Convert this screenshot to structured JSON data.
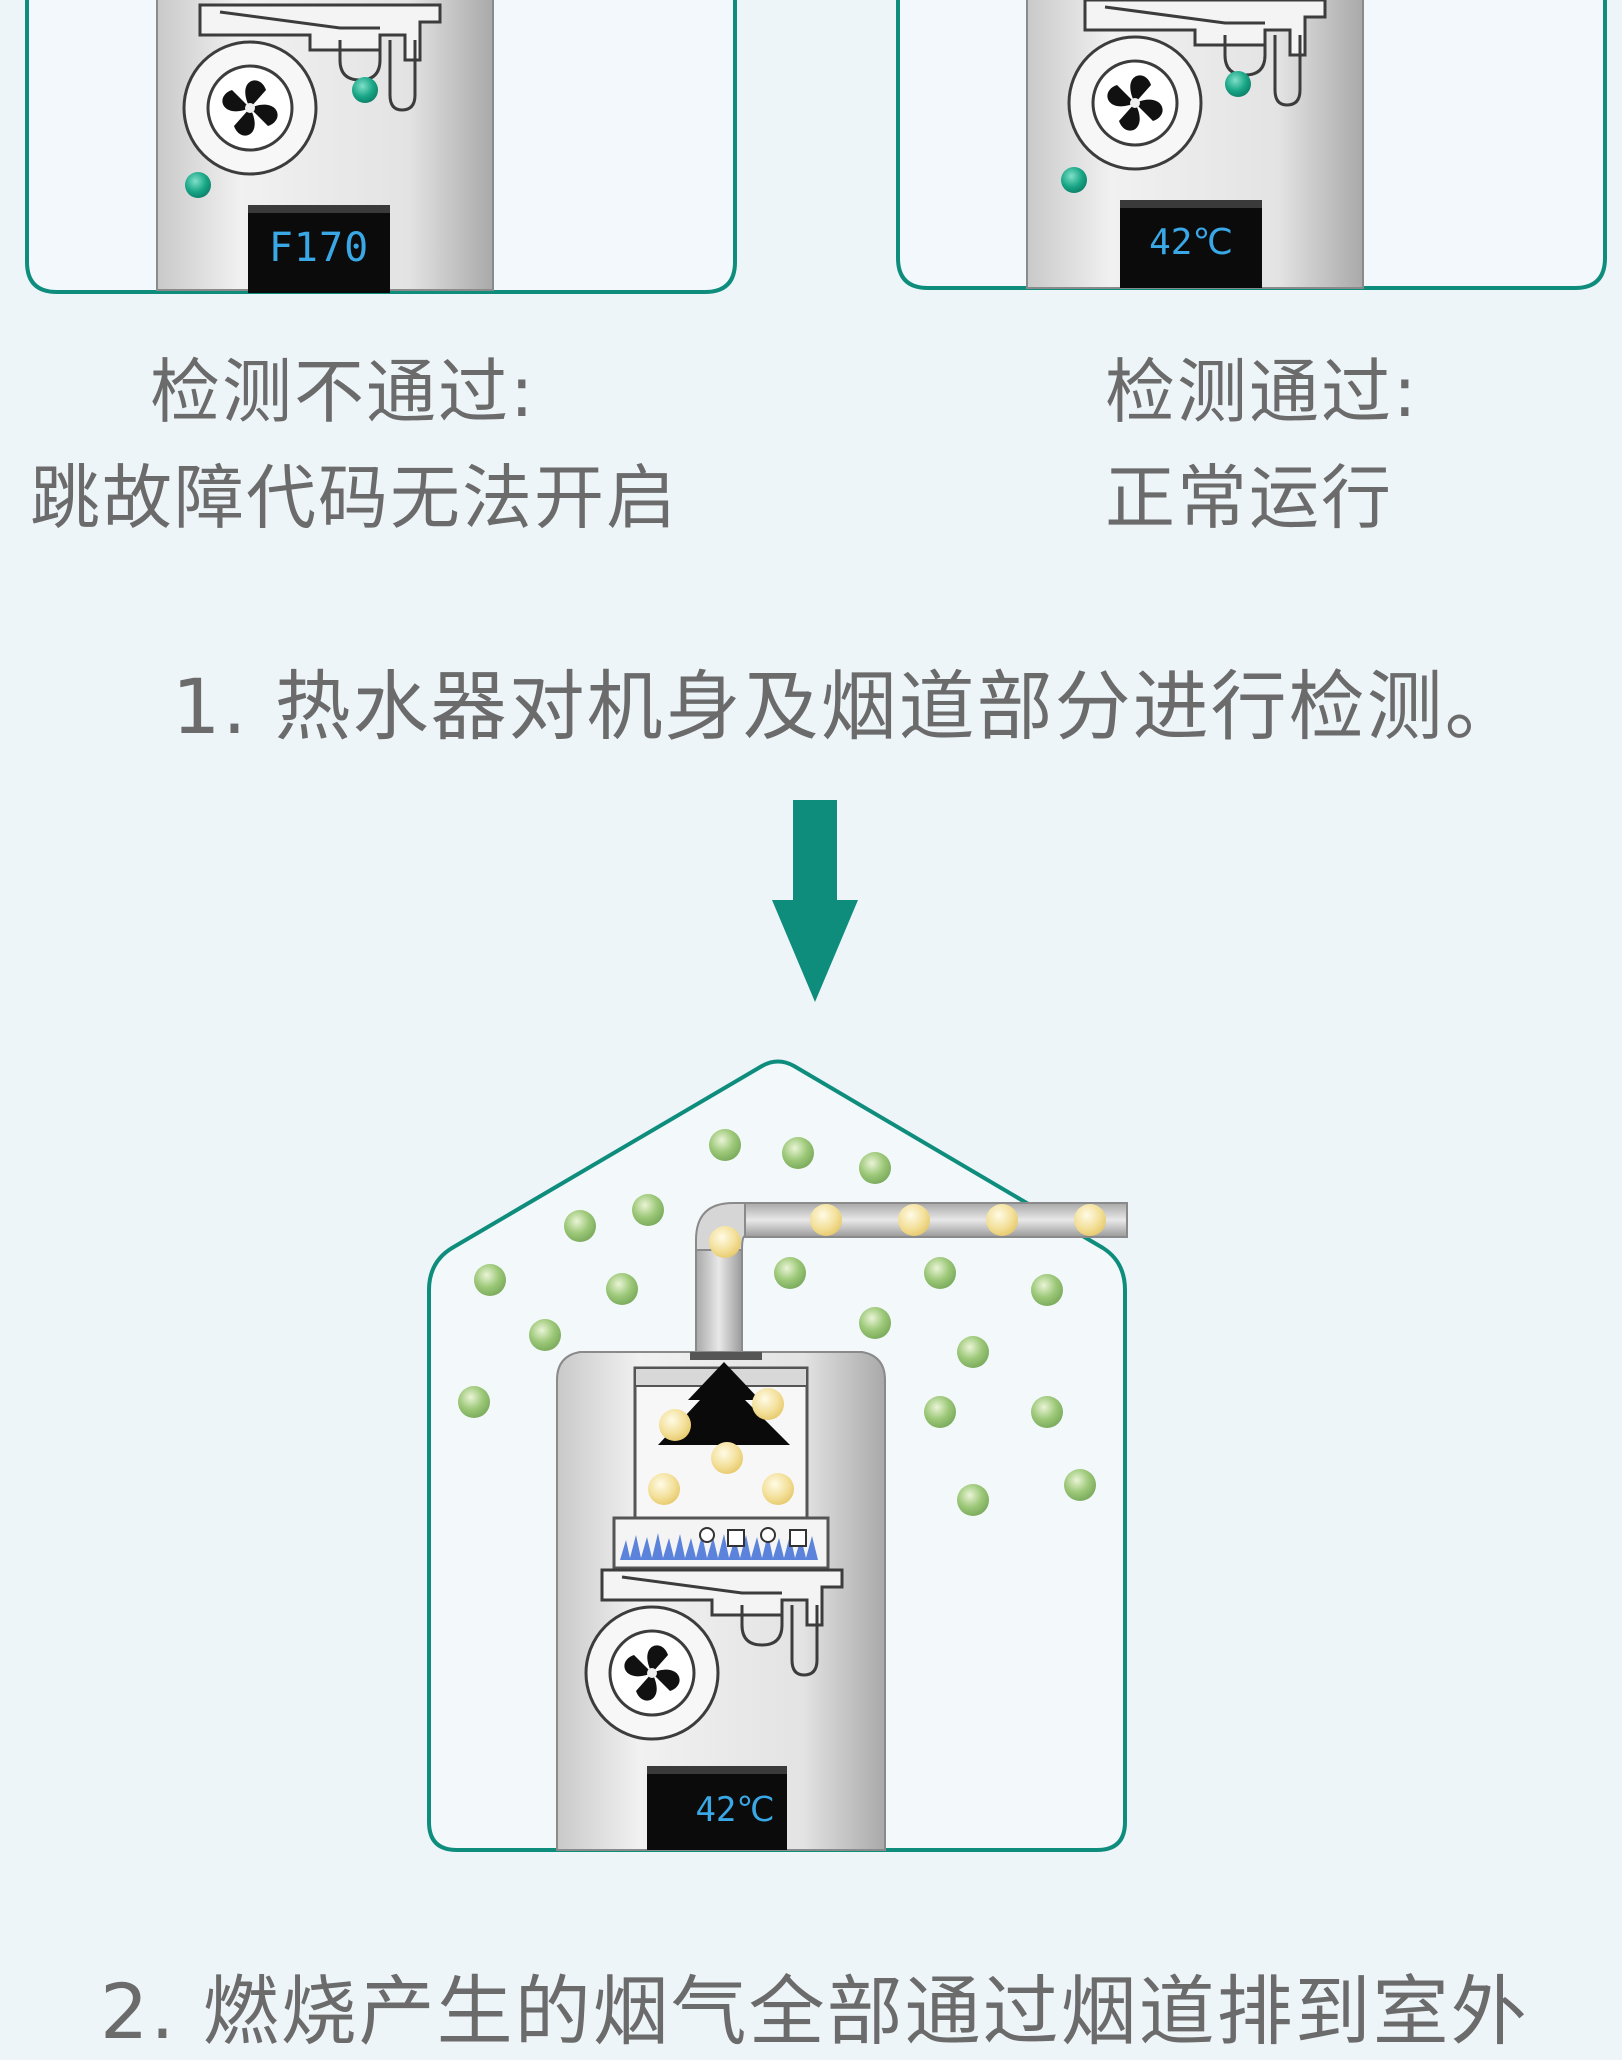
{
  "panels": [
    {
      "display": "F170",
      "title": "检测不通过:",
      "desc": "跳故障代码无法开启"
    },
    {
      "display": "42℃",
      "title": "检测通过:",
      "desc": "正常运行"
    }
  ],
  "steps": [
    {
      "text": "1.  热水器对机身及烟道部分进行检测。"
    },
    {
      "text": "2. 燃烧产生的烟气全部通过烟道排到室外"
    }
  ],
  "house": {
    "display": "42℃"
  },
  "colors": {
    "background": "#eef5f9",
    "accent": "#0e8d7d",
    "text": "#6b6b6b",
    "green_particle": "#8dbd66",
    "yellow_particle": "#f0dc8a",
    "display_text": "#3aa8e6"
  }
}
